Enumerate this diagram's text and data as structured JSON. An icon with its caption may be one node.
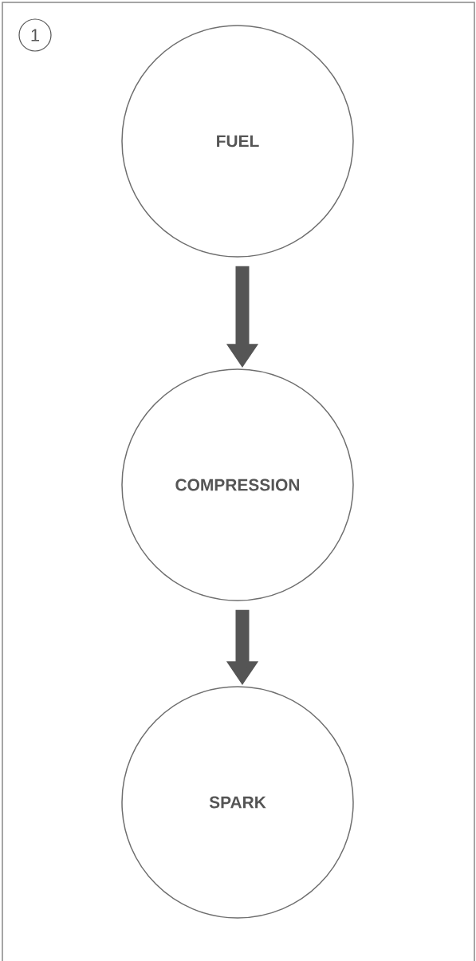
{
  "diagram": {
    "nodes": [
      {
        "text": [
          "FUEL"
        ]
      },
      {
        "text": [
          "COMPRESSION"
        ]
      },
      {
        "text": [
          "SPARK"
        ]
      }
    ],
    "edges": [
      {
        "from": 0,
        "to": 1,
        "arrow": "to"
      },
      {
        "from": 1,
        "to": 2,
        "arrow": "to"
      }
    ],
    "labels": [
      "1"
    ]
  }
}
